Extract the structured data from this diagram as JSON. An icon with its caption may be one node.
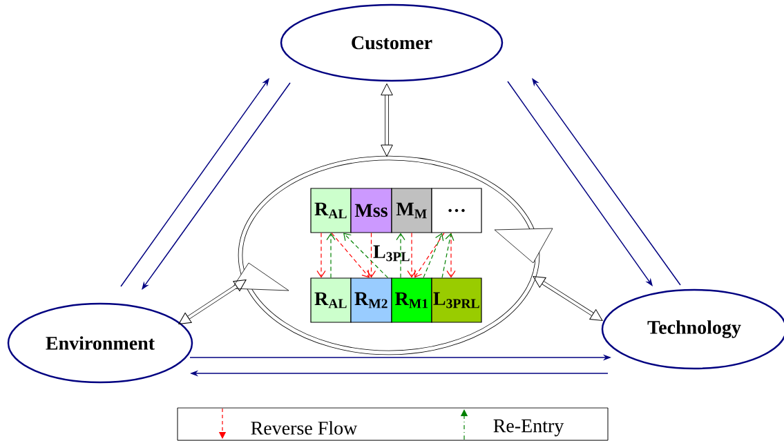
{
  "diagram": {
    "nodes": [
      {
        "text": [
          "Customer"
        ]
      },
      {
        "text": [
          "Environment"
        ]
      },
      {
        "text": [
          "Technology"
        ]
      },
      {
        "text": [],
        "shape": "circle"
      },
      {
        "text": [
          "R$_{AL}$"
        ],
        "in": 3
      },
      {
        "text": [
          "Mss"
        ],
        "in": 3
      },
      {
        "text": [
          "M$_{M}$"
        ],
        "in": 3
      },
      {
        "text": [
          "…"
        ],
        "in": 3
      },
      {
        "text": [
          "R$_{AL}$"
        ],
        "in": 3
      },
      {
        "text": [
          "R$_{M2}$"
        ],
        "in": 3
      },
      {
        "text": [
          "R$_{M1}$"
        ],
        "in": 3
      },
      {
        "text": [
          "L$_{3PRL}$"
        ],
        "in": 3
      }
    ],
    "edges": [
      {
        "from": 1,
        "to": 0,
        "arrow": "to"
      },
      {
        "from": 0,
        "to": 1,
        "arrow": "to"
      },
      {
        "from": 0,
        "to": 2,
        "arrow": "to"
      },
      {
        "from": 2,
        "to": 0,
        "arrow": "to"
      },
      {
        "from": 1,
        "to": 2,
        "arrow": "to"
      },
      {
        "from": 2,
        "to": 1,
        "arrow": "to"
      },
      {
        "from": 0,
        "to": 3,
        "arrow": "both",
        "style": "thick",
        "color": "#000000"
      },
      {
        "from": 1,
        "to": 3,
        "arrow": "both",
        "style": "thick",
        "color": "#000000"
      },
      {
        "from": 2,
        "to": 3,
        "arrow": "both",
        "style": "thick",
        "color": "#000000"
      },
      {
        "from": 4,
        "to": 8,
        "arrow": "to",
        "style": "dashed",
        "color": "#ff0000"
      },
      {
        "from": 4,
        "to": 9,
        "arrow": "to",
        "style": "dashed",
        "color": "#ff0000"
      },
      {
        "from": 5,
        "to": 9,
        "arrow": "to",
        "style": "dashed",
        "color": "#ff0000"
      },
      {
        "from": 6,
        "to": 10,
        "arrow": "to",
        "style": "dashed",
        "color": "#ff0000"
      },
      {
        "from": 7,
        "to": 10,
        "arrow": "to",
        "style": "dashed",
        "color": "#ff0000"
      },
      {
        "from": 7,
        "to": 11,
        "arrow": "to",
        "style": "dashed",
        "color": "#ff0000"
      },
      {
        "from": 8,
        "to": 4,
        "arrow": "to",
        "style": "dashed",
        "color": "#008000"
      },
      {
        "from": 9,
        "to": 4,
        "arrow": "to",
        "style": "dashed",
        "color": "#008000"
      },
      {
        "from": 10,
        "to": 6,
        "arrow": "to",
        "style": "dashed",
        "color": "#008000"
      },
      {
        "from": 10,
        "to": 7,
        "arrow": "to",
        "style": "dashed",
        "color": "#008000"
      },
      {
        "from": 11,
        "to": 7,
        "arrow": "to",
        "style": "dashed",
        "color": "#008000"
      }
    ],
    "labels": [
      "L$_{3PL}$"
    ],
    "legend": [
      {
        "text": "Reverse Flow"
      },
      {
        "text": "Re-Entry"
      }
    ]
  }
}
